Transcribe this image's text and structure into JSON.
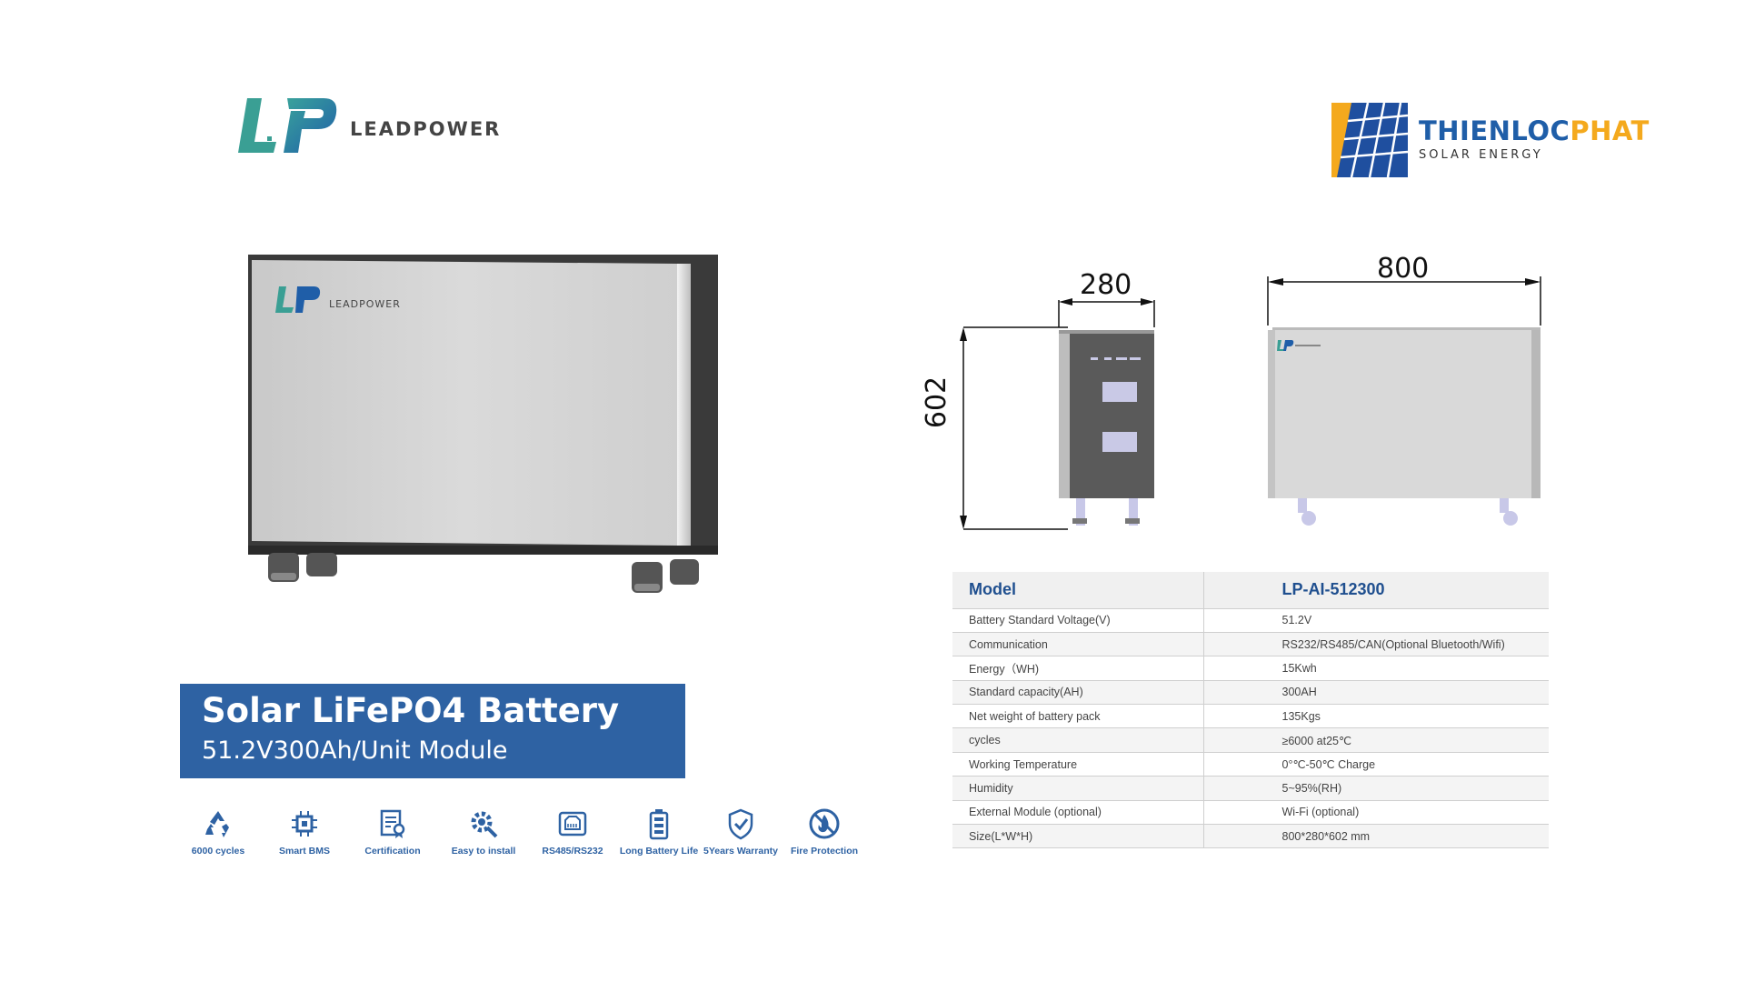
{
  "brand_left": {
    "wordmark": "LEADPOWER",
    "logo_letters": "LP"
  },
  "brand_right": {
    "name_part1": "THIENLOC",
    "name_part2": "PHAT",
    "subtitle": "SOLAR ENERGY"
  },
  "product": {
    "front_logo": "LEADPOWER"
  },
  "title": {
    "main": "Solar LiFePO4 Battery",
    "sub": "51.2V300Ah/Unit Module"
  },
  "features": [
    {
      "label": "6000 cycles",
      "icon": "recycle-icon"
    },
    {
      "label": "Smart BMS",
      "icon": "chip-icon"
    },
    {
      "label": "Certification",
      "icon": "certificate-icon"
    },
    {
      "label": "Easy to install",
      "icon": "gear-icon"
    },
    {
      "label": "RS485/RS232",
      "icon": "port-icon"
    },
    {
      "label": "Long Battery Life",
      "icon": "battery-icon"
    },
    {
      "label": "5Years Warranty",
      "icon": "shield-check-icon"
    },
    {
      "label": "Fire Protection",
      "icon": "no-fire-icon"
    }
  ],
  "dimensions": {
    "width": "280",
    "length": "800",
    "height": "602"
  },
  "spec_table": {
    "header": [
      "Model",
      "LP-AI-512300"
    ],
    "rows": [
      [
        "Battery Standard Voltage(V)",
        "51.2V"
      ],
      [
        "Communication",
        "RS232/RS485/CAN(Optional Bluetooth/Wifi)"
      ],
      [
        "Energy（WH)",
        "15Kwh"
      ],
      [
        "Standard capacity(AH)",
        "300AH"
      ],
      [
        "Net weight of battery pack",
        "135Kgs"
      ],
      [
        "cycles",
        "≥6000 at25℃"
      ],
      [
        "Working Temperature",
        "0°℃-50℃ Charge"
      ],
      [
        "Humidity",
        "5~95%(RH)"
      ],
      [
        "External Module (optional)",
        "Wi-Fi (optional)"
      ],
      [
        "Size(L*W*H)",
        "800*280*602 mm"
      ]
    ]
  },
  "colors": {
    "accent_blue": "#2e62a3",
    "brand_teal": "#2a8c8c",
    "brand_orange": "#f4a91d"
  }
}
